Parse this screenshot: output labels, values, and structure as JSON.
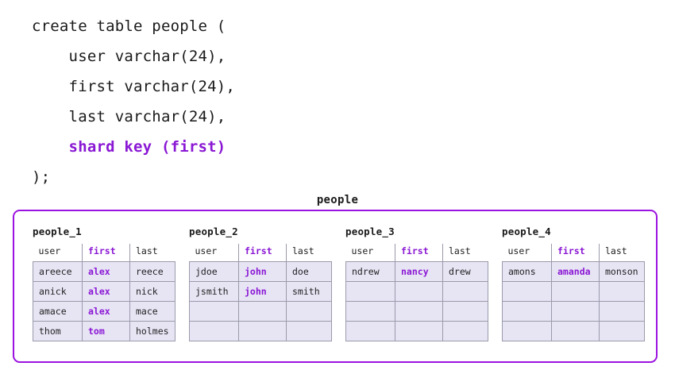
{
  "code": {
    "lines": [
      "create table people (",
      "    user varchar(24),",
      "    first varchar(24),",
      "    last varchar(24),",
      "    shard key (first)",
      ");"
    ],
    "shard_key_line_index": 4,
    "shard_key_text": "    shard key (first)"
  },
  "diagram": {
    "title": "people",
    "accent_color": "#9B13E0",
    "key_color": "#8A17D4",
    "cell_fill": "#E7E5F4",
    "cell_border": "#9a9aab",
    "columns": [
      "user",
      "first",
      "last"
    ],
    "key_column": "first",
    "rows_per_shard": 4,
    "shards": [
      {
        "name": "people_1",
        "rows": [
          {
            "user": "areece",
            "first": "alex",
            "last": "reece"
          },
          {
            "user": "anick",
            "first": "alex",
            "last": "nick"
          },
          {
            "user": "amace",
            "first": "alex",
            "last": "mace"
          },
          {
            "user": "thom",
            "first": "tom",
            "last": "holmes"
          }
        ]
      },
      {
        "name": "people_2",
        "rows": [
          {
            "user": "jdoe",
            "first": "john",
            "last": "doe"
          },
          {
            "user": "jsmith",
            "first": "john",
            "last": "smith"
          },
          {
            "user": "",
            "first": "",
            "last": ""
          },
          {
            "user": "",
            "first": "",
            "last": ""
          }
        ]
      },
      {
        "name": "people_3",
        "rows": [
          {
            "user": "ndrew",
            "first": "nancy",
            "last": "drew"
          },
          {
            "user": "",
            "first": "",
            "last": ""
          },
          {
            "user": "",
            "first": "",
            "last": ""
          },
          {
            "user": "",
            "first": "",
            "last": ""
          }
        ]
      },
      {
        "name": "people_4",
        "rows": [
          {
            "user": "amons",
            "first": "amanda",
            "last": "monson"
          },
          {
            "user": "",
            "first": "",
            "last": ""
          },
          {
            "user": "",
            "first": "",
            "last": ""
          },
          {
            "user": "",
            "first": "",
            "last": ""
          }
        ]
      }
    ]
  }
}
